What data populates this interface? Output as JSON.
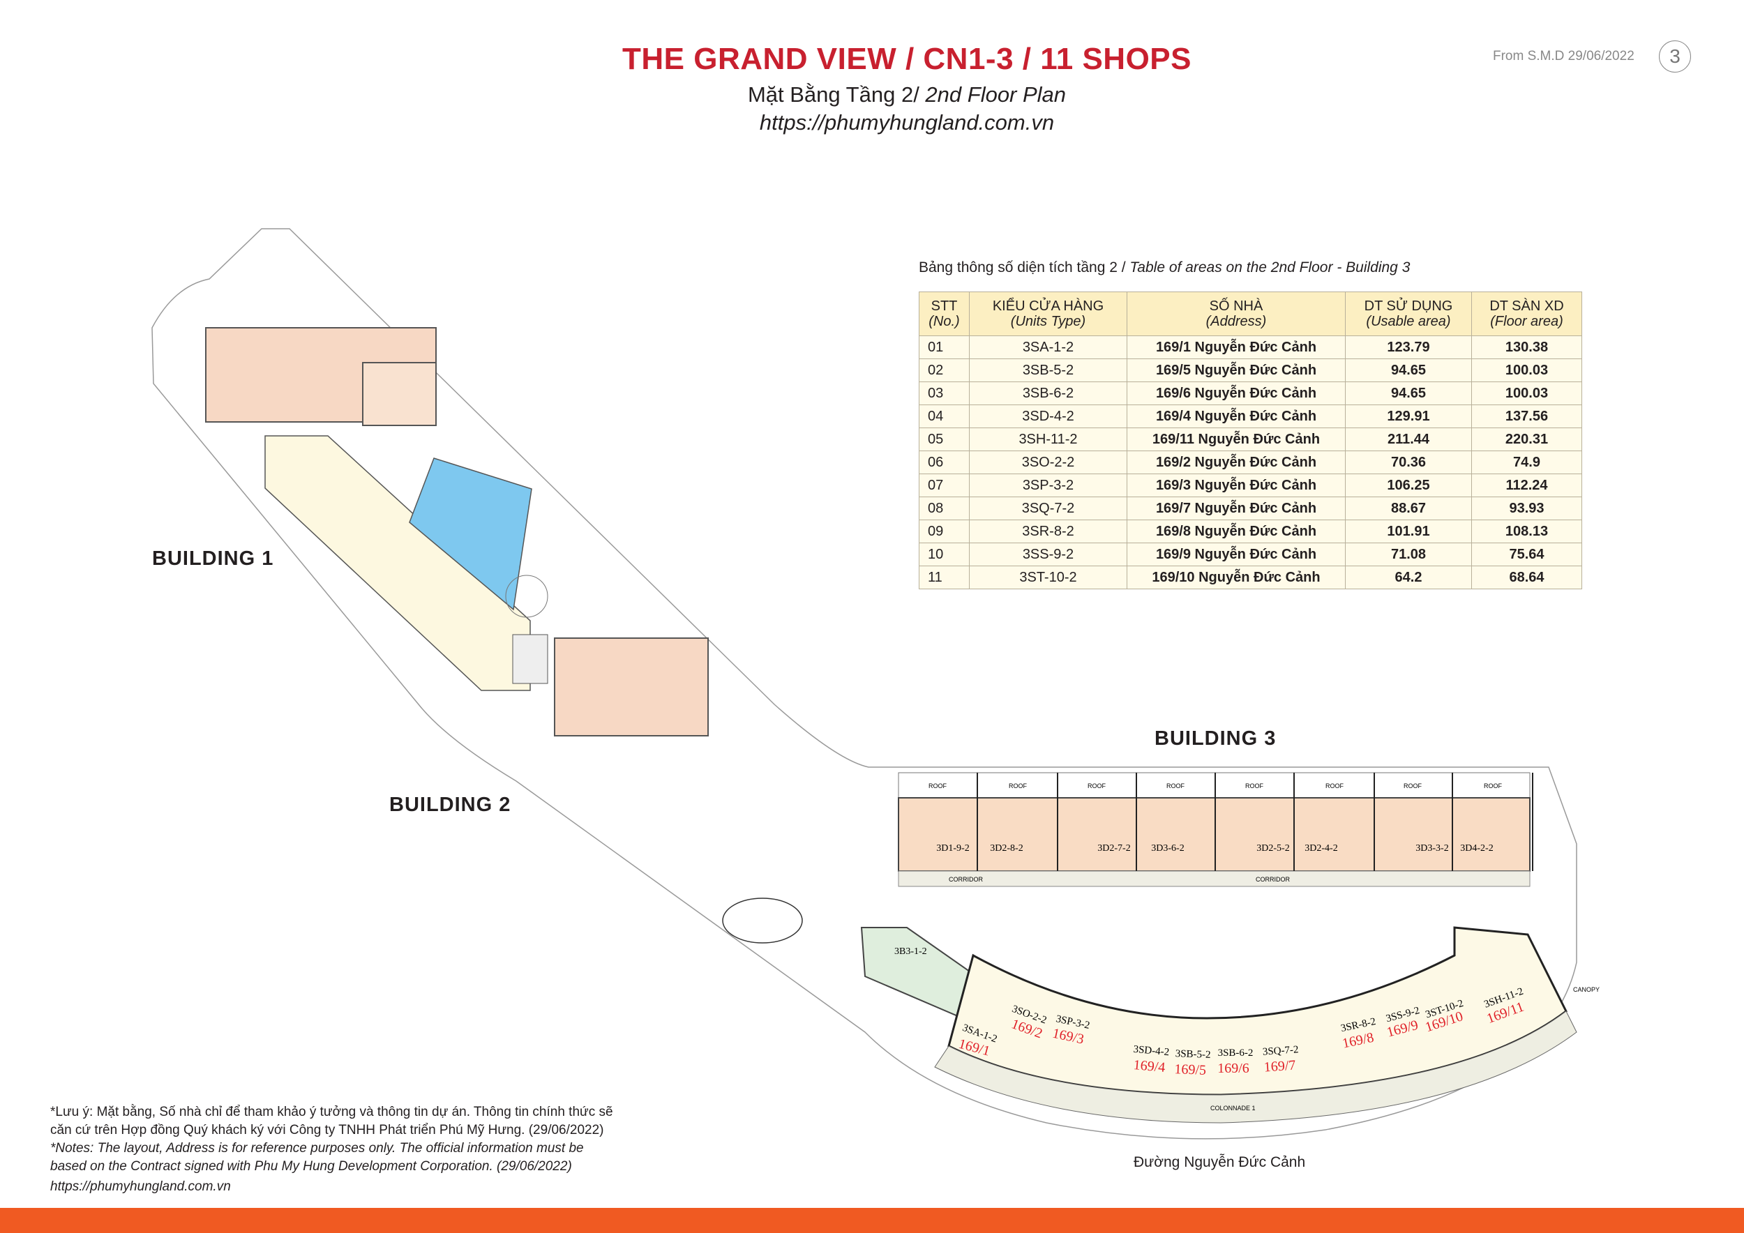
{
  "header": {
    "title": "THE GRAND VIEW / CN1-3 / 11 SHOPS",
    "subtitle_vn": "Mặt Bằng Tầng 2/ ",
    "subtitle_en": "2nd Floor Plan",
    "url": "https://phumyhungland.com.vn",
    "source": "From S.M.D 29/06/2022",
    "page_number": "3"
  },
  "table": {
    "caption_vn": "Bảng thông số diện tích tầng 2 / ",
    "caption_en": "Table of areas on the 2nd Floor  -  Building 3",
    "columns": [
      {
        "vn": "STT",
        "en": "(No.)"
      },
      {
        "vn": "KIỂU CỬA HÀNG",
        "en": "(Units Type)"
      },
      {
        "vn": "SỐ NHÀ",
        "en": "(Address)"
      },
      {
        "vn": "DT SỬ DỤNG",
        "en": "(Usable area)"
      },
      {
        "vn": "DT SÀN XD",
        "en": "(Floor area)"
      }
    ],
    "rows": [
      [
        "01",
        "3SA-1-2",
        "169/1 Nguyễn Đức Cảnh",
        "123.79",
        "130.38"
      ],
      [
        "02",
        "3SB-5-2",
        "169/5 Nguyễn Đức Cảnh",
        "94.65",
        "100.03"
      ],
      [
        "03",
        "3SB-6-2",
        "169/6 Nguyễn Đức Cảnh",
        "94.65",
        "100.03"
      ],
      [
        "04",
        "3SD-4-2",
        "169/4 Nguyễn Đức Cảnh",
        "129.91",
        "137.56"
      ],
      [
        "05",
        "3SH-11-2",
        "169/11 Nguyễn Đức Cảnh",
        "211.44",
        "220.31"
      ],
      [
        "06",
        "3SO-2-2",
        "169/2 Nguyễn Đức Cảnh",
        "70.36",
        "74.9"
      ],
      [
        "07",
        "3SP-3-2",
        "169/3 Nguyễn Đức Cảnh",
        "106.25",
        "112.24"
      ],
      [
        "08",
        "3SQ-7-2",
        "169/7 Nguyễn Đức Cảnh",
        "88.67",
        "93.93"
      ],
      [
        "09",
        "3SR-8-2",
        "169/8 Nguyễn Đức Cảnh",
        "101.91",
        "108.13"
      ],
      [
        "10",
        "3SS-9-2",
        "169/9 Nguyễn Đức Cảnh",
        "71.08",
        "75.64"
      ],
      [
        "11",
        "3ST-10-2",
        "169/10 Nguyễn Đức Cảnh",
        "64.2",
        "68.64"
      ]
    ]
  },
  "plan": {
    "building_1": "BUILDING 1",
    "building_2": "BUILDING 2",
    "building_3": "BUILDING 3",
    "street": "Đường Nguyễn Đức Cảnh",
    "roof_label": "ROOF",
    "corridor_label": "CORRIDOR",
    "colonnade_label": "COLONNADE 1",
    "canopy_label": "CANOPY",
    "apartments": [
      "3D1-9-2",
      "3D2-8-2",
      "3D2-7-2",
      "3D3-6-2",
      "3D2-5-2",
      "3D2-4-2",
      "3D3-3-2",
      "3D4-2-2"
    ],
    "corner_unit": "3B3-1-2",
    "shops": [
      {
        "type": "3SA-1-2",
        "addr": "169/1"
      },
      {
        "type": "3SO-2-2",
        "addr": "169/2"
      },
      {
        "type": "3SP-3-2",
        "addr": "169/3"
      },
      {
        "type": "3SD-4-2",
        "addr": "169/4"
      },
      {
        "type": "3SB-5-2",
        "addr": "169/5"
      },
      {
        "type": "3SB-6-2",
        "addr": "169/6"
      },
      {
        "type": "3SQ-7-2",
        "addr": "169/7"
      },
      {
        "type": "3SR-8-2",
        "addr": "169/8"
      },
      {
        "type": "3SS-9-2",
        "addr": "169/9"
      },
      {
        "type": "3ST-10-2",
        "addr": "169/10"
      },
      {
        "type": "3SH-11-2",
        "addr": "169/11"
      }
    ]
  },
  "notes": {
    "vn_1": "*Lưu ý: Mặt bằng, Số nhà chỉ để tham khảo ý tưởng và thông tin dự án. Thông tin chính thức sẽ",
    "vn_2": "căn cứ trên Hợp đồng Quý khách ký với Công ty TNHH Phát triển Phú Mỹ Hưng. (29/06/2022)",
    "en_1": "*Notes: The layout, Address is for reference purposes only. The official information must be",
    "en_2": "based on the Contract signed with Phu My Hung Development Corporation. (29/06/2022)",
    "url": "https://phumyhungland.com.vn"
  },
  "colors": {
    "title_red": "#c8202f",
    "address_red": "#e02028",
    "footer_bar": "#f05a22",
    "pool": "#7ec8ef",
    "table_header": "#fcefc2"
  }
}
